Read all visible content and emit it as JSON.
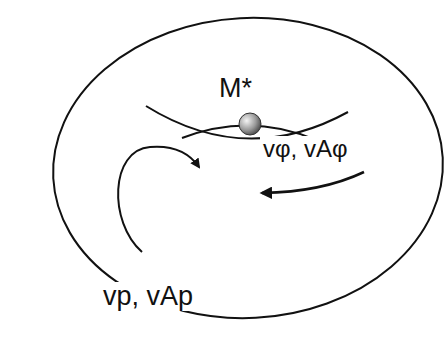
{
  "diagram": {
    "labels": [
      "M*",
      "vφ, vAφ",
      "vp, vAp"
    ]
  }
}
